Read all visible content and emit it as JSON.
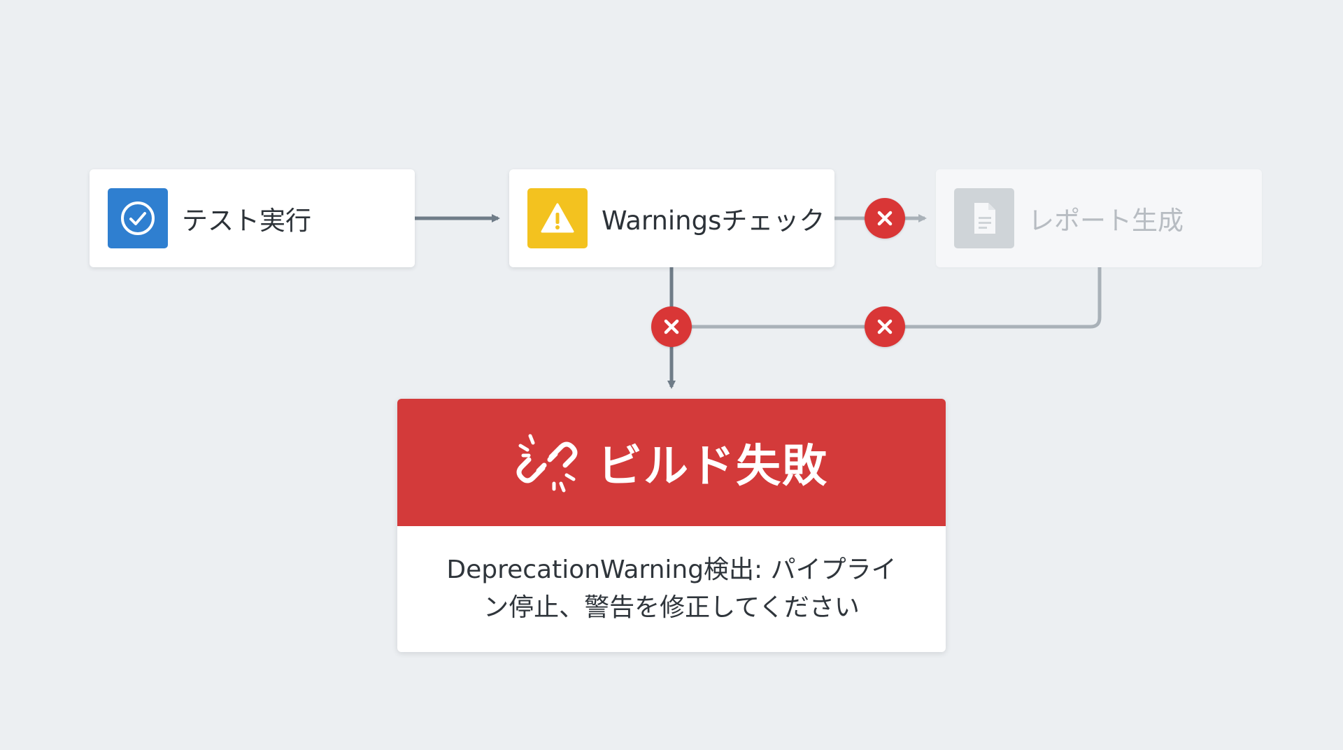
{
  "pipeline": {
    "steps": [
      {
        "label": "テスト実行",
        "icon": "check-circle-icon",
        "status": "success",
        "color": "#2f7fd0"
      },
      {
        "label": "Warningsチェック",
        "icon": "warning-triangle-icon",
        "status": "warning",
        "color": "#f3c21f"
      },
      {
        "label": "レポート生成",
        "icon": "document-icon",
        "status": "skipped",
        "color": "#b9bec3"
      }
    ]
  },
  "failure": {
    "title": "ビルド失敗",
    "icon": "broken-link-icon",
    "message": "DeprecationWarning検出: パイプライン停止、警告を修正してください",
    "color": "#d33a3a"
  },
  "blocked_badge": {
    "icon": "x-icon",
    "color": "#d93636"
  }
}
